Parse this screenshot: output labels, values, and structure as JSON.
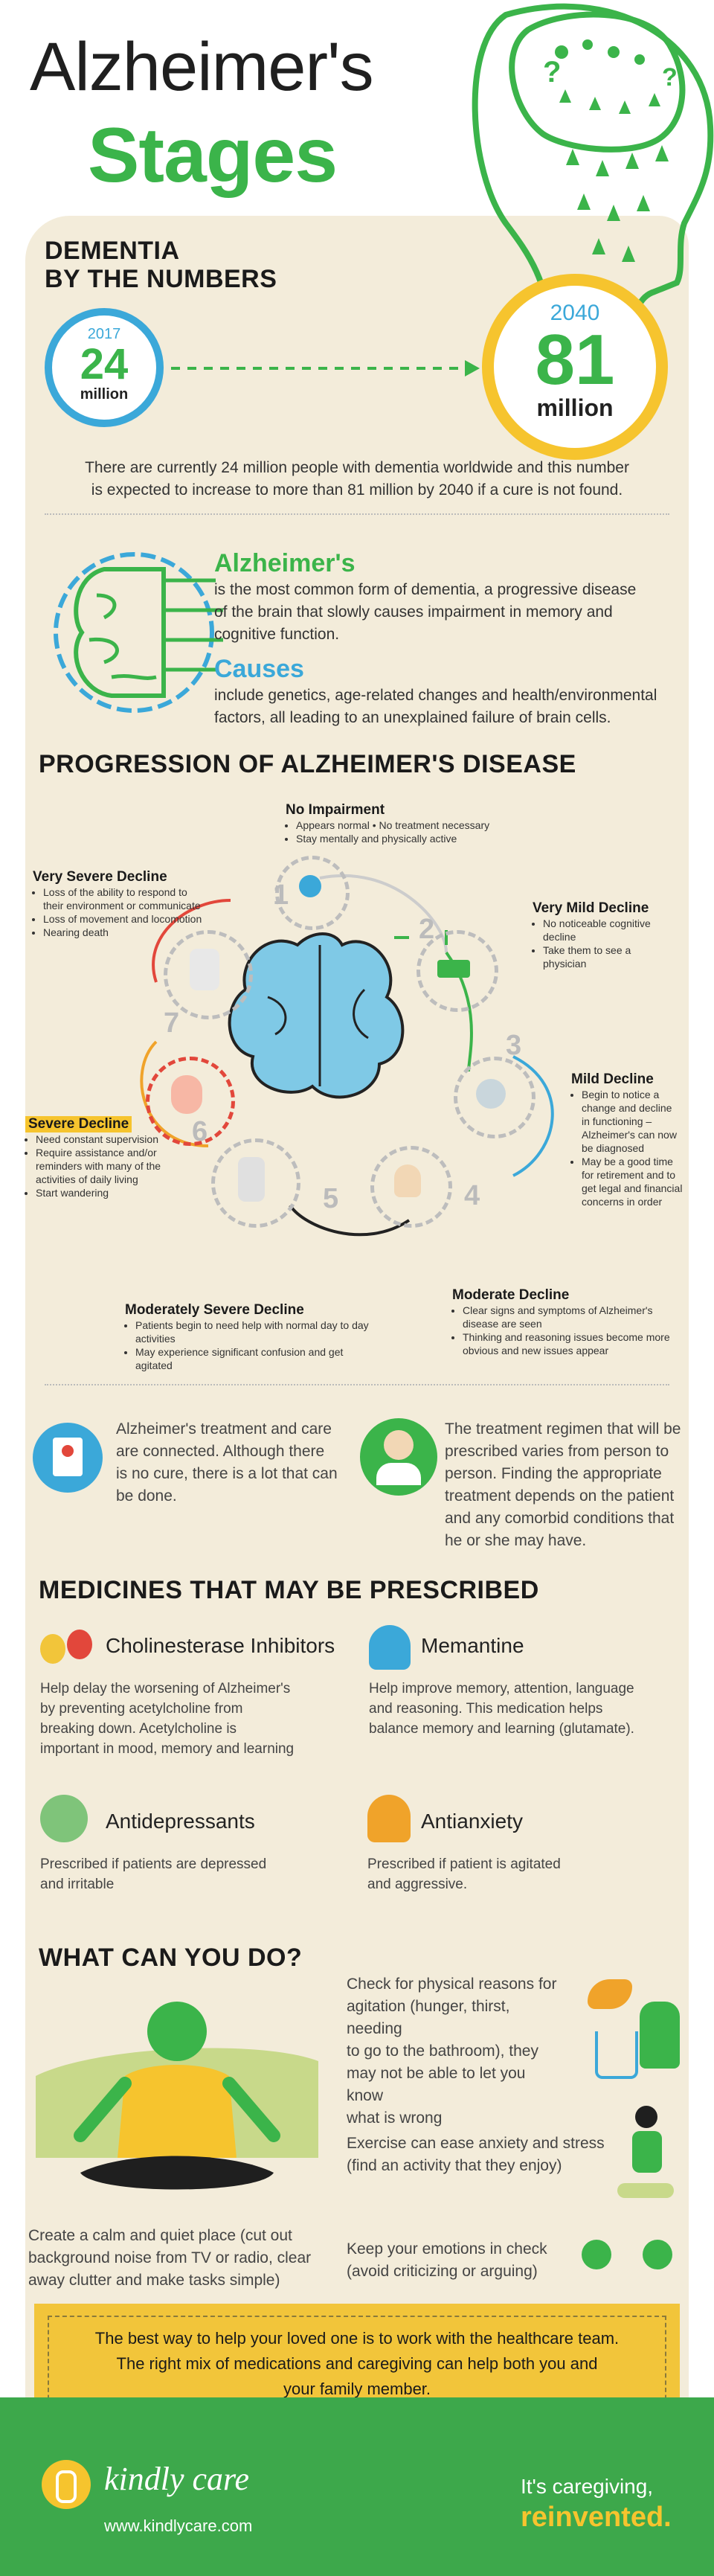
{
  "title": {
    "line1": "Alzheimer's",
    "line2": "Stages"
  },
  "numbers": {
    "heading": [
      "DEMENTIA",
      "BY THE NUMBERS"
    ],
    "left": {
      "year": "2017",
      "value": "24",
      "unit": "million"
    },
    "right": {
      "year": "2040",
      "value": "81",
      "unit": "million"
    },
    "text": [
      "There are currently 24 million people with dementia worldwide and this number",
      "is expected to increase to more than 81 million by 2040 if a cure is not found."
    ]
  },
  "alz": {
    "title": "Alzheimer's",
    "text": [
      "is the most common form of dementia, a progressive disease",
      "of the brain that slowly causes impairment in memory and",
      "cognitive function."
    ],
    "causes_title": "Causes",
    "causes_text": [
      "include genetics, age-related changes and health/environmental",
      "factors, all leading to an unexplained failure of brain cells."
    ]
  },
  "progression": {
    "heading": "PROGRESSION OF ALZHEIMER'S DISEASE",
    "stages": [
      {
        "num": "1",
        "title": "No Impairment",
        "items": [
          "Appears normal • No treatment necessary",
          "Stay mentally and physically active"
        ]
      },
      {
        "num": "2",
        "title": "Very Mild Decline",
        "items": [
          "No noticeable cognitive decline",
          "Take them to see a physician"
        ]
      },
      {
        "num": "3",
        "title": "Mild Decline",
        "items": [
          "Begin to notice a change and decline in functioning – Alzheimer's can now be diagnosed",
          "May be a good time for retirement and to get legal and financial concerns in order"
        ]
      },
      {
        "num": "4",
        "title": "Moderate Decline",
        "items": [
          "Clear signs and symptoms of Alzheimer's disease are seen",
          "Thinking and reasoning issues become more obvious and new issues appear"
        ]
      },
      {
        "num": "5",
        "title": "Moderately Severe Decline",
        "items": [
          "Patients begin to need help with normal day to day activities",
          "May experience significant confusion and get agitated"
        ]
      },
      {
        "num": "6",
        "title": "Severe Decline",
        "items": [
          "Need constant supervision",
          "Require assistance and/or reminders with many of the activities of daily living",
          "Start wandering"
        ]
      },
      {
        "num": "7",
        "title": "Very Severe Decline",
        "items": [
          "Loss of the ability to respond to their environment or communicate",
          "Loss of movement and locomotion",
          "Nearing death"
        ]
      }
    ]
  },
  "info": {
    "left": [
      "Alzheimer's treatment and care",
      "are connected. Although there",
      "is no cure, there is a lot that can",
      "be done."
    ],
    "right": [
      "The treatment regimen that will be",
      "prescribed varies from person to",
      "person. Finding the appropriate",
      "treatment depends on the patient",
      "and any comorbid conditions that",
      "he or she may have."
    ]
  },
  "medicines": {
    "heading": "MEDICINES THAT MAY BE PRESCRIBED",
    "items": [
      {
        "title": "Cholinesterase Inhibitors",
        "text": [
          "Help delay the worsening of Alzheimer's",
          "by preventing acetylcholine from",
          "breaking down. Acetylcholine is",
          "important in mood, memory and learning"
        ]
      },
      {
        "title": "Memantine",
        "text": [
          "Help improve memory, attention, language",
          "and reasoning. This medication helps",
          "balance memory and learning (glutamate)."
        ]
      },
      {
        "title": "Antidepressants",
        "text": [
          "Prescribed if patients are depressed",
          "and irritable"
        ]
      },
      {
        "title": "Antianxiety",
        "text": [
          "Prescribed if patient is agitated",
          "and aggressive."
        ]
      }
    ]
  },
  "todo": {
    "heading": "WHAT CAN YOU DO?",
    "check": [
      "Check for physical reasons for",
      "agitation (hunger, thirst, needing",
      "to go to the bathroom), they",
      "may not be able to let you know",
      "what is wrong"
    ],
    "exercise": [
      "Exercise can ease anxiety and stress",
      "(find an activity that they enjoy)"
    ],
    "calm": [
      "Create a calm and quiet place (cut out",
      "background noise from TV or radio, clear",
      "away clutter and make tasks simple)"
    ],
    "emotions": [
      "Keep your emotions in check",
      "(avoid criticizing or arguing)"
    ]
  },
  "banner": [
    "The best way to help your loved one is to work with the healthcare team.",
    "The right mix of medications and caregiving can help both you and",
    "your family member."
  ],
  "footer": {
    "brand": "kindly care",
    "url": "www.kindlycare.com",
    "tag1": "It's caregiving,",
    "tag2": "reinvented."
  },
  "colors": {
    "green": "#3bb44a",
    "blue": "#3ba8d9",
    "yellow": "#f6c42e",
    "red": "#e2473b",
    "orange": "#f0a32a"
  }
}
